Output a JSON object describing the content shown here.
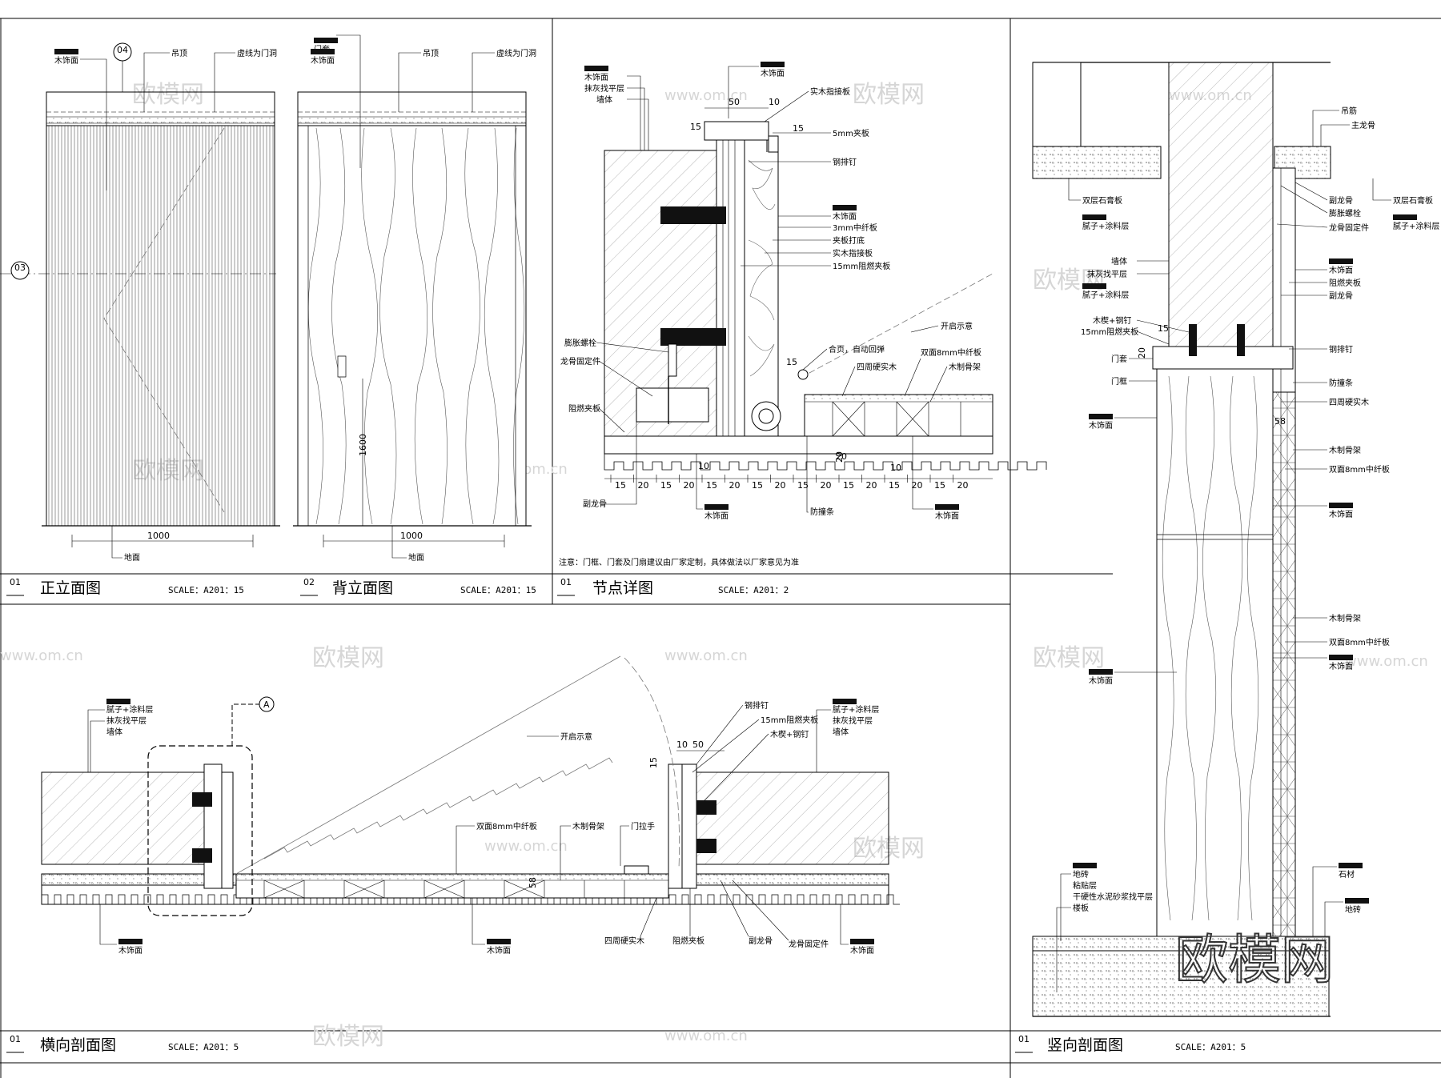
{
  "brand_watermark": "欧模网",
  "watermark_texts": [
    "欧模网",
    "www.om.cn"
  ],
  "panels": {
    "front": {
      "number": "01",
      "title": "正立面图",
      "scale": "SCALE：A201：15",
      "labels": [
        "木饰面",
        "吊顶",
        "虚线为门洞",
        "地面"
      ],
      "dimension": "1000",
      "markers": [
        "04",
        "03"
      ]
    },
    "back": {
      "number": "02",
      "title": "背立面图",
      "scale": "SCALE：A201：15",
      "labels": [
        "门套",
        "木饰面",
        "吊顶",
        "虚线为门洞",
        "地面"
      ],
      "dimension": "1000",
      "dimension_vertical": "1600"
    },
    "node": {
      "number": "01",
      "title": "节点详图",
      "scale": "SCALE：A201：2",
      "note": "注意：门框、门套及门扇建议由厂家定制，具体做法以厂家意见为准",
      "labels_left": [
        "木饰面",
        "抹灰找平层",
        "墙体",
        "膨胀螺栓",
        "龙骨固定件",
        "阻燃夹板",
        "副龙骨"
      ],
      "labels_right": [
        "木饰面",
        "实木指接板",
        "5mm夹板",
        "钢排钉",
        "木饰面",
        "3mm中纤板",
        "夹板打底",
        "实木指接板",
        "15mm阻燃夹板",
        "开启示意",
        "合页，自动回弹",
        "双面8mm中纤板",
        "四周硬实木",
        "木制骨架",
        "防撞条",
        "木饰面",
        "木饰面"
      ],
      "dims_top": [
        "50",
        "10",
        "15",
        "15"
      ],
      "dims_bottom": [
        "15",
        "20",
        "15",
        "20",
        "15",
        "20",
        "15",
        "20",
        "15",
        "20",
        "15",
        "20",
        "15",
        "20",
        "15",
        "20"
      ],
      "dims_misc": [
        "15",
        "10",
        "20",
        "20",
        "10"
      ]
    },
    "horizontal": {
      "number": "01",
      "title": "横向剖面图",
      "scale": "SCALE：A201：5",
      "marker": "A",
      "labels_left": [
        "腻子+涂料层",
        "抹灰找平层",
        "墙体",
        "木饰面"
      ],
      "labels_mid": [
        "开启示意",
        "双面8mm中纤板",
        "木制骨架",
        "门拉手",
        "58",
        "四周硬实木",
        "木饰面",
        "阻燃夹板",
        "副龙骨",
        "龙骨固定件"
      ],
      "labels_right": [
        "钢排钉",
        "15mm阻燃夹板",
        "木楔+钢钉",
        "腻子+涂料层",
        "抹灰找平层",
        "墙体",
        "木饰面"
      ],
      "dims": [
        "10",
        "50",
        "15"
      ]
    },
    "vertical": {
      "number": "01",
      "title": "竖向剖面图",
      "scale": "SCALE：A201：5",
      "labels_left": [
        "双层石膏板",
        "腻子+涂料层",
        "墙体",
        "抹灰找平层",
        "腻子+涂料层",
        "木楔+钢钉",
        "15mm阻燃夹板",
        "门套",
        "门框",
        "木饰面",
        "木饰面",
        "地砖",
        "粘贴层",
        "干硬性水泥砂浆找平层",
        "楼板"
      ],
      "labels_right": [
        "吊筋",
        "主龙骨",
        "副龙骨",
        "膨胀螺栓",
        "龙骨固定件",
        "双层石膏板",
        "腻子+涂料层",
        "木饰面",
        "阻燃夹板",
        "副龙骨",
        "钢排钉",
        "防撞条",
        "四周硬实木",
        "木制骨架",
        "双面8mm中纤板",
        "木饰面",
        "木制骨架",
        "双面8mm中纤板",
        "木饰面",
        "石材",
        "地砖"
      ],
      "dims": [
        "15",
        "20",
        "58"
      ]
    }
  }
}
